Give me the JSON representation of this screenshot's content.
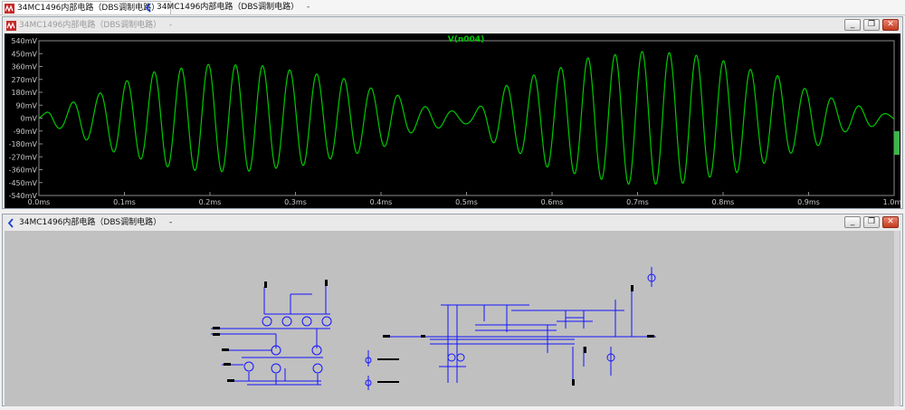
{
  "tabs": [
    {
      "title": "34MC1496内部电路（DBS调制电路）",
      "close": "-"
    },
    {
      "title": "34MC1496内部电路（DBS调制电路）",
      "close": "-"
    }
  ],
  "plot_window": {
    "title": "34MC1496内部电路（DBS调制电路）",
    "close": "-",
    "trace_name": "V(n004)",
    "trace_color": "#00c800",
    "chart_data": {
      "type": "line",
      "title": "V(n004)",
      "xlabel": "",
      "ylabel": "",
      "xlim": [
        0.0,
        1.0
      ],
      "ylim": [
        -540,
        540
      ],
      "y_ticks": [
        "540mV",
        "450mV",
        "360mV",
        "270mV",
        "180mV",
        "90mV",
        "0mV",
        "-90mV",
        "-180mV",
        "-270mV",
        "-360mV",
        "-450mV",
        "-540mV"
      ],
      "x_ticks": [
        "0.0ms",
        "0.1ms",
        "0.2ms",
        "0.3ms",
        "0.4ms",
        "0.5ms",
        "0.6ms",
        "0.7ms",
        "0.8ms",
        "0.9ms",
        "1.0ms"
      ],
      "series": [
        {
          "name": "V(n004)",
          "carrier_period_ms": 0.0317,
          "envelope_x_ms": [
            0.0,
            0.02,
            0.06,
            0.1,
            0.15,
            0.2,
            0.25,
            0.3,
            0.35,
            0.4,
            0.45,
            0.5,
            0.55,
            0.6,
            0.65,
            0.7,
            0.75,
            0.8,
            0.85,
            0.9,
            0.95,
            1.0
          ],
          "envelope_mV": [
            20,
            70,
            155,
            260,
            340,
            375,
            370,
            335,
            280,
            200,
            80,
            40,
            230,
            345,
            425,
            465,
            455,
            400,
            315,
            205,
            90,
            25
          ]
        }
      ]
    }
  },
  "schematic_window": {
    "title": "34MC1496内部电路（DBS调制电路）",
    "close": "-"
  },
  "window_buttons": {
    "minimize": "_",
    "restore": "❐",
    "close": "✕"
  },
  "colors": {
    "plot_bg": "#000000",
    "axis_text": "#c8c8c8",
    "schematic_bg": "#c0c0c0",
    "wire": "#1414ff"
  }
}
